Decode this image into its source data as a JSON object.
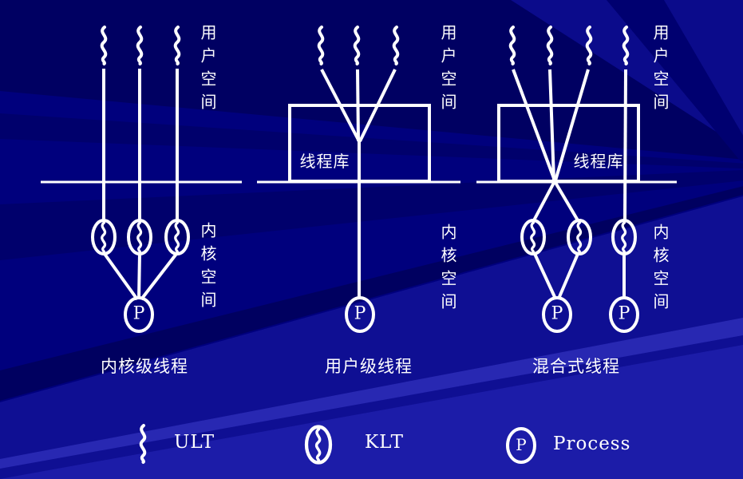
{
  "colors": {
    "background": "#00007d",
    "ray_dark": "#000062",
    "ray_bright": "#1c1ca8",
    "line": "#ffffff"
  },
  "diagrams": [
    {
      "name": "kernel-level-threads",
      "caption": "内核级线程",
      "user_space_label": "用户空间",
      "kernel_space_label": "内核空间",
      "process_letter": "P",
      "ult_count": 3,
      "klt_count": 3,
      "process_count": 1
    },
    {
      "name": "user-level-threads",
      "caption": "用户级线程",
      "library_label": "线程库",
      "user_space_label": "用户空间",
      "kernel_space_label": "内核空间",
      "process_letter": "P",
      "ult_count": 3,
      "klt_count": 0,
      "process_count": 1
    },
    {
      "name": "hybrid-threads",
      "caption": "混合式线程",
      "library_label": "线程库",
      "user_space_label": "用户空间",
      "kernel_space_label": "内核空间",
      "process_letter": "P",
      "ult_count": 4,
      "klt_count": 3,
      "process_count": 2
    }
  ],
  "legend": {
    "ult_label": "ULT",
    "klt_label": "KLT",
    "process_label": "Process",
    "process_letter": "P"
  }
}
